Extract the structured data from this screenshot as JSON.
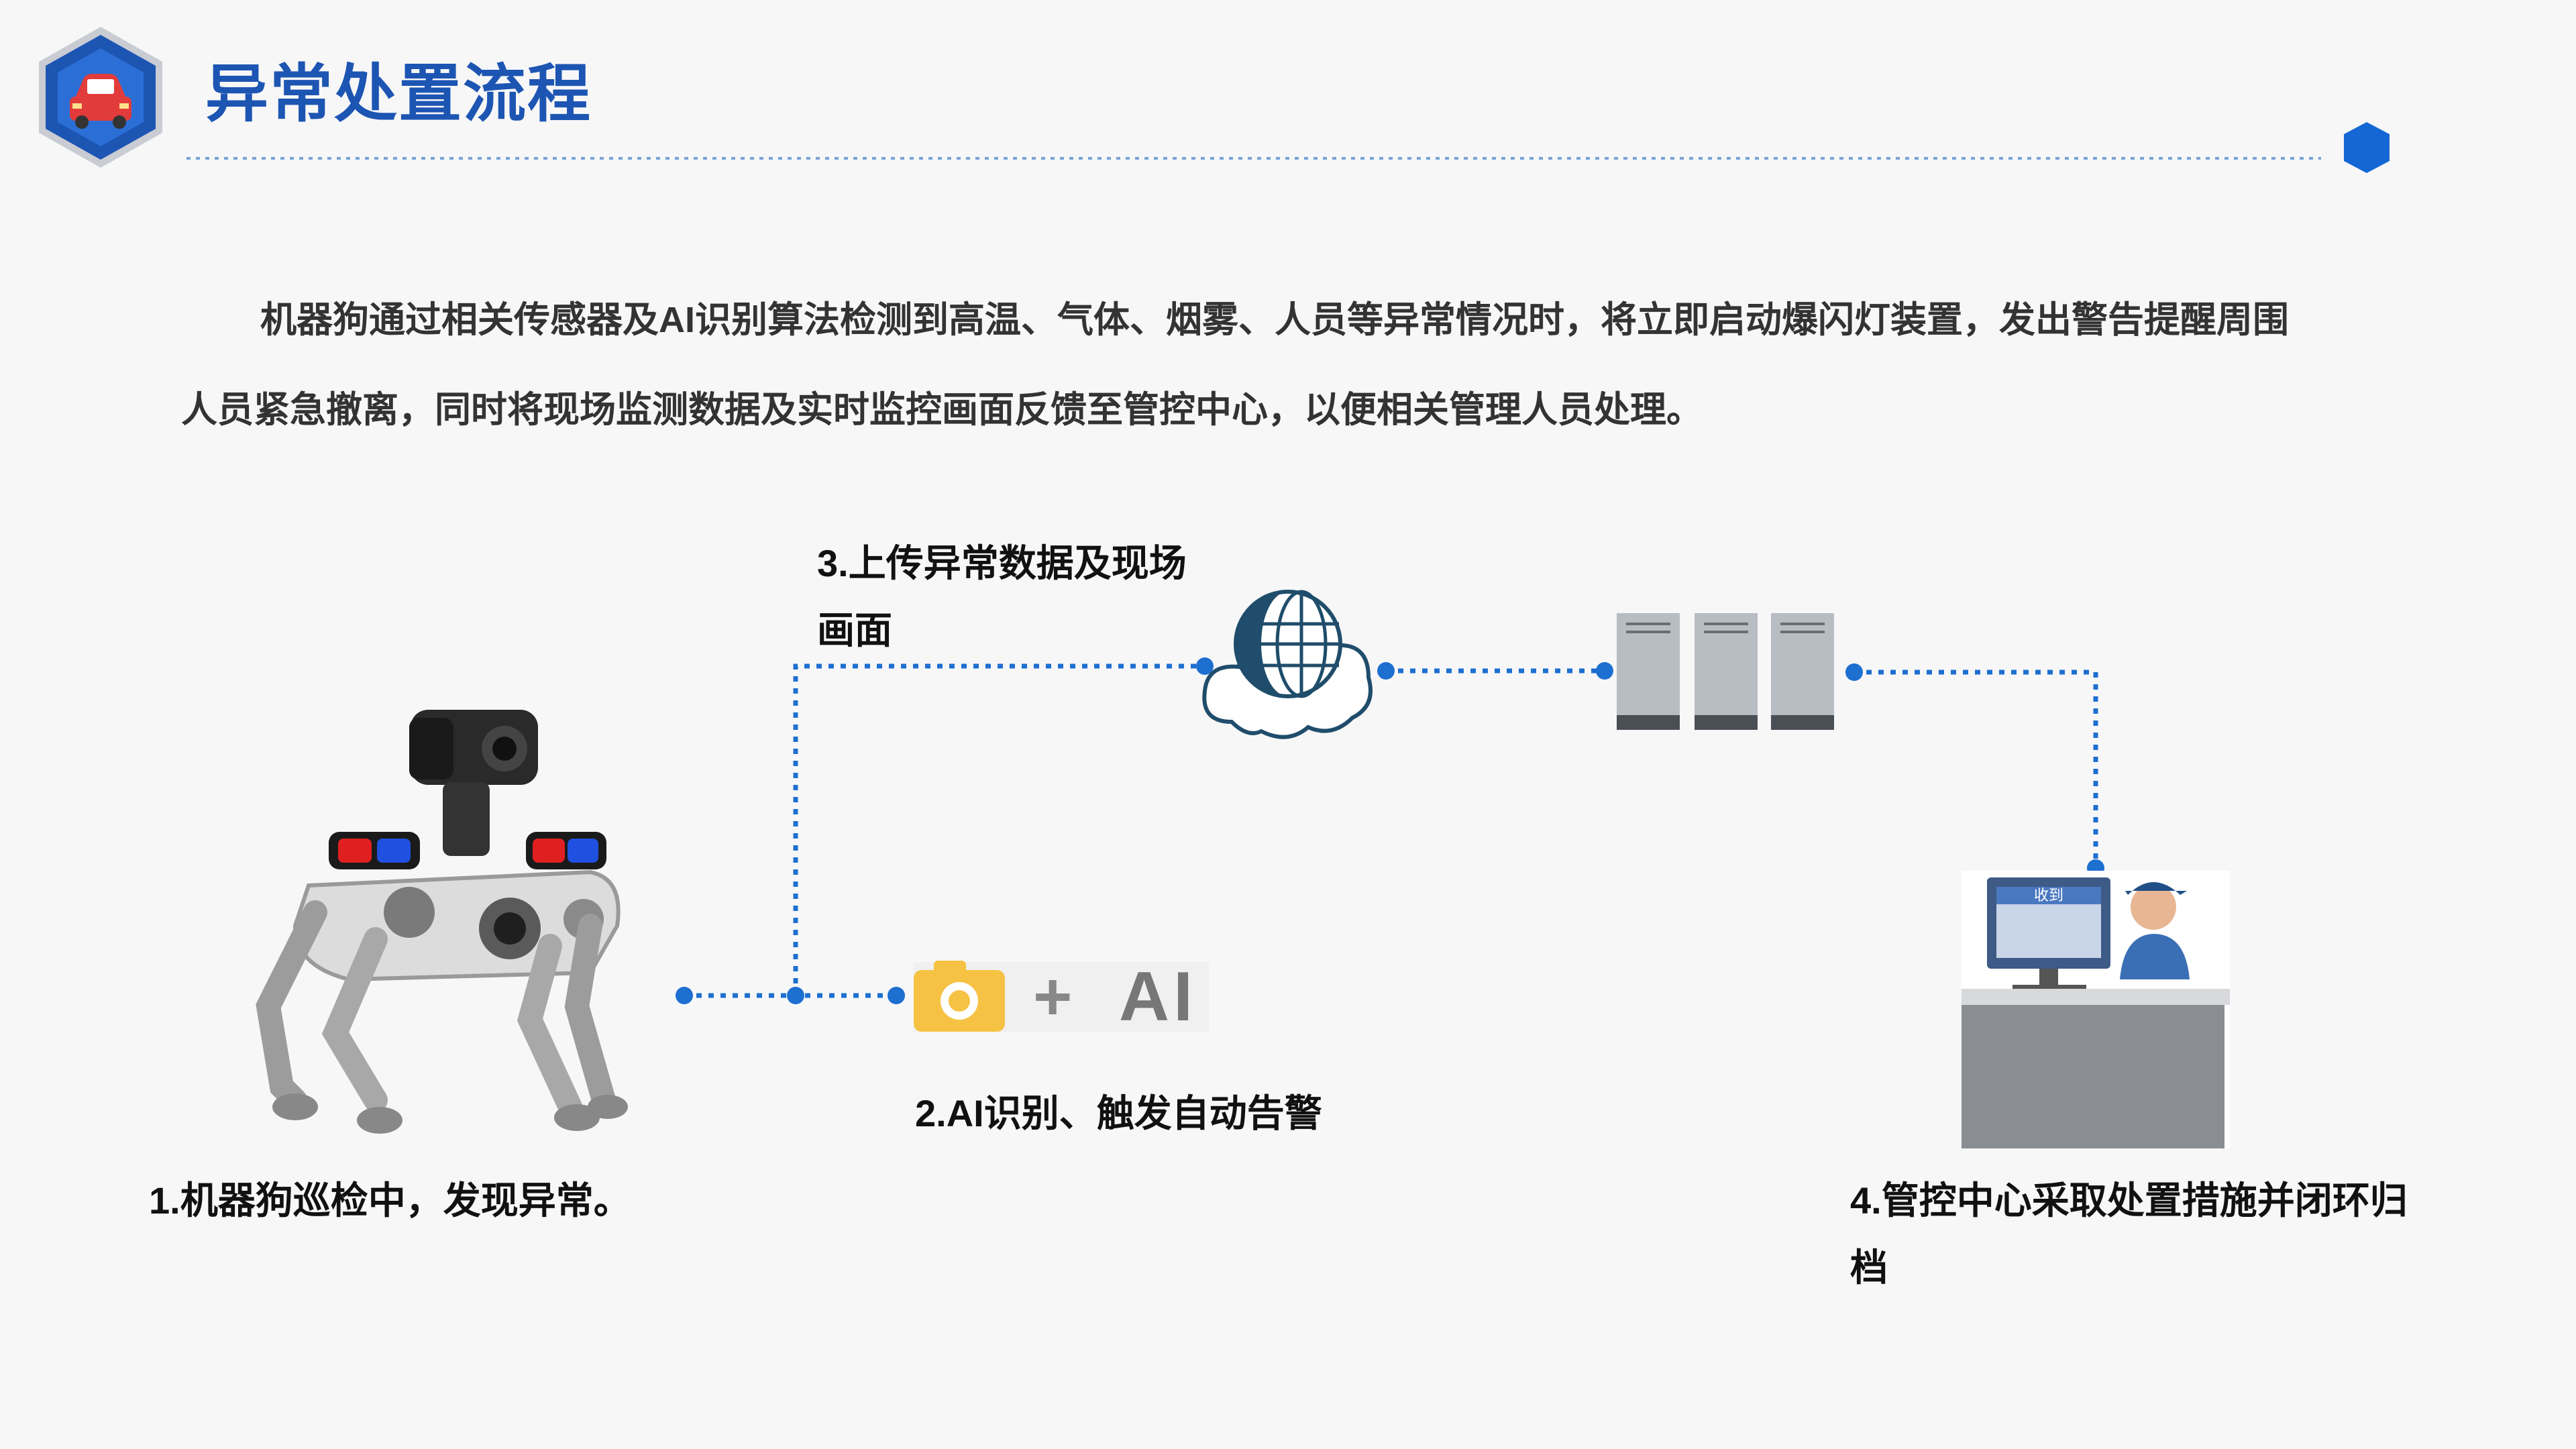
{
  "header": {
    "title": "异常处置流程",
    "accent_color": "#1d55b3",
    "logo_icon": "car-icon"
  },
  "description": {
    "line1": "机器狗通过相关传感器及AI识别算法检测到高温、气体、烟雾、人员等异常情况时，将立即启动爆闪灯装置，发出警告提醒周围",
    "line2": "人员紧急撤离，同时将现场监测数据及实时监控画面反馈至管控中心，以便相关管理人员处理。"
  },
  "steps": {
    "step1": "1.机器狗巡检中，发现异常。",
    "step2": "2.AI识别、触发自动告警",
    "step3": "3.上传异常数据及现场画面",
    "step4": "4.管控中心采取处置措施并闭环归档"
  },
  "ai_badge": {
    "plus": "+",
    "label": "AI"
  },
  "monitor": {
    "label": "收到"
  },
  "icons": [
    "robot-dog-icon",
    "camera-icon",
    "globe-cloud-icon",
    "server-icon",
    "operator-desk-icon"
  ]
}
